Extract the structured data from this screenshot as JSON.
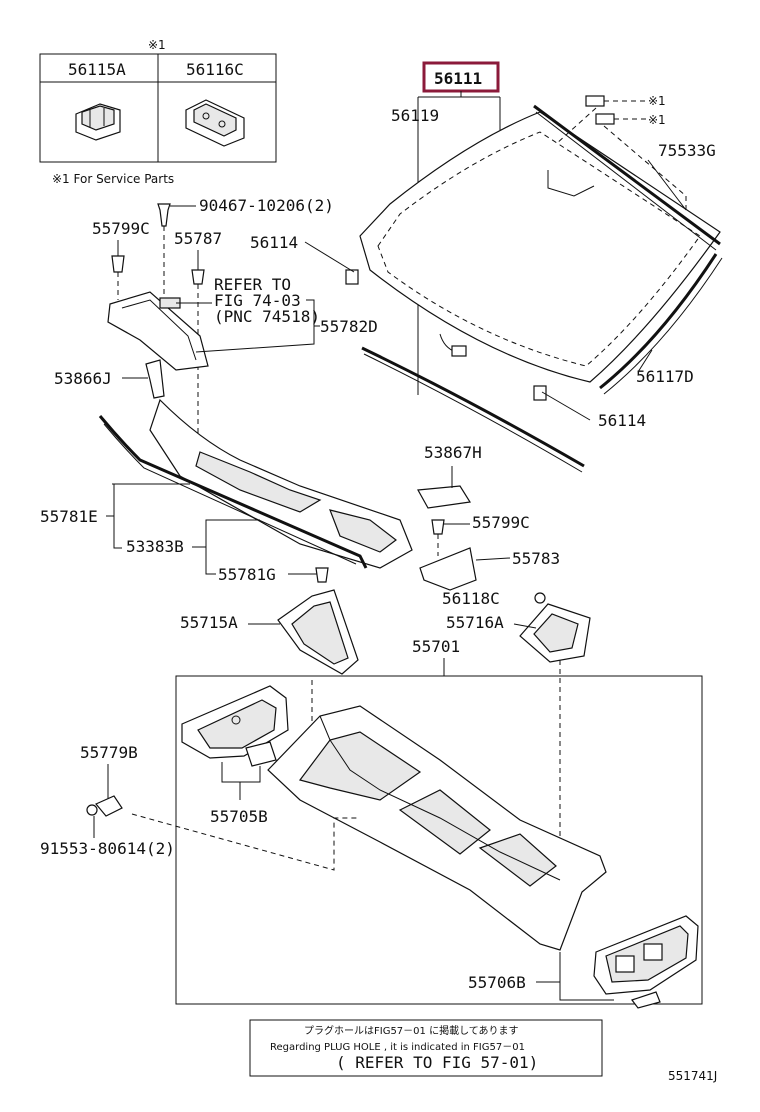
{
  "service_note_mark": "※1",
  "service_note": "※1 For Service Parts",
  "inset_parts": [
    "56115A",
    "56116C"
  ],
  "highlighted_part": "56111",
  "labels": {
    "p56119": "56119",
    "p75533g": "75533G",
    "mark1a": "※1",
    "mark1b": "※1",
    "p56114a": "56114",
    "p56114b": "56114",
    "p56117d": "56117D",
    "p90467": "90467-10206(2)",
    "p55799c_a": "55799C",
    "p55787": "55787",
    "refer1": "REFER TO",
    "refer2": "FIG 74-03",
    "refer3": "(PNC 74518)",
    "p55782d": "55782D",
    "p53866j": "53866J",
    "p53867h": "53867H",
    "p55799c_b": "55799C",
    "p55781e": "55781E",
    "p53383b": "53383B",
    "p55783": "55783",
    "p55781g": "55781G",
    "p56118c": "56118C",
    "p55715a": "55715A",
    "p55716a": "55716A",
    "p55701": "55701",
    "p55779b": "55779B",
    "p55705b": "55705B",
    "p91553": "91553-80614(2)",
    "p55706b": "55706B"
  },
  "footer_note": {
    "line_jp": "プラグホールはFIG57－01 に掲載してあります",
    "line_en": "Regarding PLUG HOLE , it is indicated in FIG57－01",
    "line_ref": "( REFER TO FIG 57-01)"
  },
  "figure_code": "551741J",
  "colors": {
    "highlight": "#8b1a3a",
    "ink": "#111111"
  }
}
